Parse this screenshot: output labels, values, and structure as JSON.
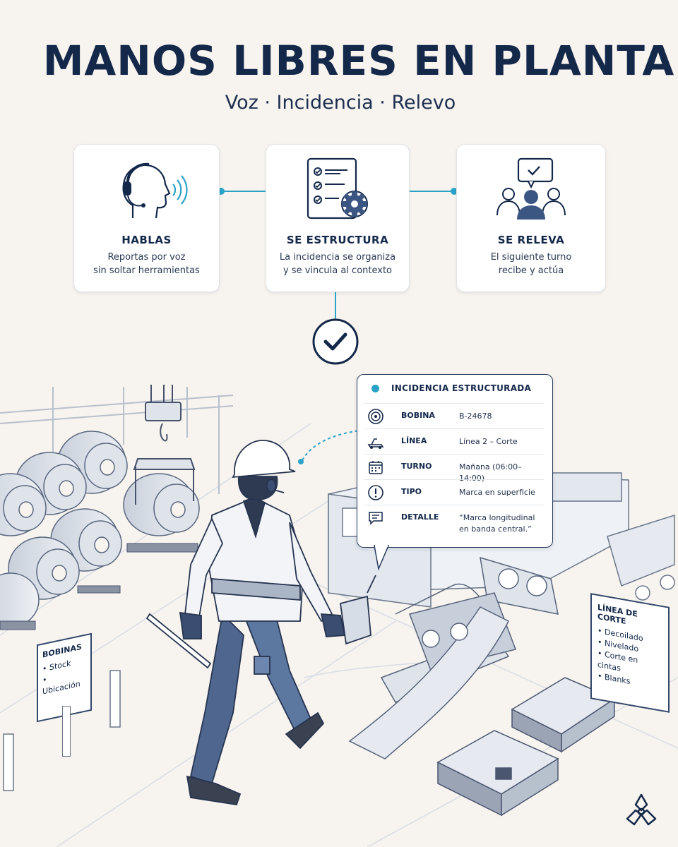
{
  "header": {
    "title": "MANOS LIBRES EN PLANTA",
    "subtitle": "Voz · Incidencia · Relevo"
  },
  "steps": [
    {
      "title": "HABLAS",
      "desc_line1": "Reportas por voz",
      "desc_line2": "sin soltar herramientas",
      "icon": "headset-person-icon"
    },
    {
      "title": "SE ESTRUCTURA",
      "desc_line1": "La incidencia se organiza",
      "desc_line2": "y se vincula al contexto",
      "icon": "checklist-gear-icon"
    },
    {
      "title": "SE RELEVA",
      "desc_line1": "El siguiente turno",
      "desc_line2": "recibe y actúa",
      "icon": "team-check-icon"
    }
  ],
  "incident": {
    "header": "INCIDENCIA ESTRUCTURADA",
    "rows": [
      {
        "key": "BOBINA",
        "value": "B-24678",
        "icon": "coil-icon"
      },
      {
        "key": "LÍNEA",
        "value": "Línea 2 – Corte",
        "icon": "line-icon"
      },
      {
        "key": "TURNO",
        "value": "Mañana (06:00–14:00)",
        "icon": "calendar-icon"
      },
      {
        "key": "TIPO",
        "value": "Marca en superficie",
        "icon": "alert-icon"
      },
      {
        "key": "DETALLE",
        "value_line1": "“Marca longitudinal",
        "value_line2": "en banda central.”",
        "icon": "comment-icon"
      }
    ]
  },
  "signs": {
    "bobinas": {
      "title": "BOBINAS",
      "items": [
        "• Stock",
        "• Ubicación"
      ]
    },
    "linea": {
      "title": "LÍNEA DE CORTE",
      "items": [
        "• Decoilado",
        "• Nivelado",
        "• Corte en cintas",
        "• Blanks"
      ]
    }
  },
  "colors": {
    "navy": "#14284a",
    "accent": "#2ba3c9",
    "background": "#f7f3ee"
  }
}
